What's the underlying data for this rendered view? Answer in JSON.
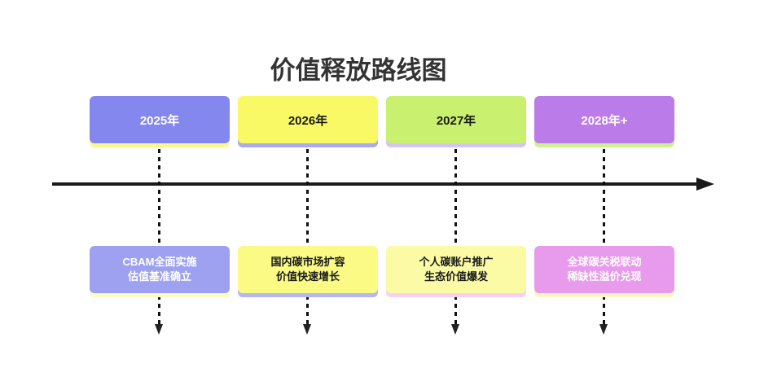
{
  "title": "价值释放路线图",
  "axis": {
    "color": "#1a1a1a"
  },
  "timeline": {
    "stages": [
      {
        "year": "2025年",
        "year_bg": "#8487ee",
        "year_fg": "#ffffff",
        "year_shadow": "#f9f98e",
        "detail_line1": "CBAM全面实施",
        "detail_line2": "估值基准确立",
        "detail_bg": "#9da1f0",
        "detail_fg": "#ffffff",
        "detail_shadow": "#fbfbc5"
      },
      {
        "year": "2026年",
        "year_bg": "#f9f966",
        "year_fg": "#1a1a1a",
        "year_shadow": "#a9aaf2",
        "detail_line1": "国内碳市场扩容",
        "detail_line2": "价值快速增长",
        "detail_bg": "#fafa85",
        "detail_fg": "#1a1a1a",
        "detail_shadow": "#b5b6f3"
      },
      {
        "year": "2027年",
        "year_bg": "#c9f06e",
        "year_fg": "#1a1a1a",
        "year_shadow": "#d5c5f3",
        "detail_line1": "个人碳账户推广",
        "detail_line2": "生态价值爆发",
        "detail_bg": "#fbfba6",
        "detail_fg": "#1a1a1a",
        "detail_shadow": "#f9d0f2"
      },
      {
        "year": "2028年+",
        "year_bg": "#bb7be8",
        "year_fg": "#ffffff",
        "year_shadow": "#cff08f",
        "detail_line1": "全球碳关税联动",
        "detail_line2": "稀缺性溢价兑现",
        "detail_bg": "#e89bec",
        "detail_fg": "#ffffff",
        "detail_shadow": "#f7f7c2"
      }
    ]
  }
}
